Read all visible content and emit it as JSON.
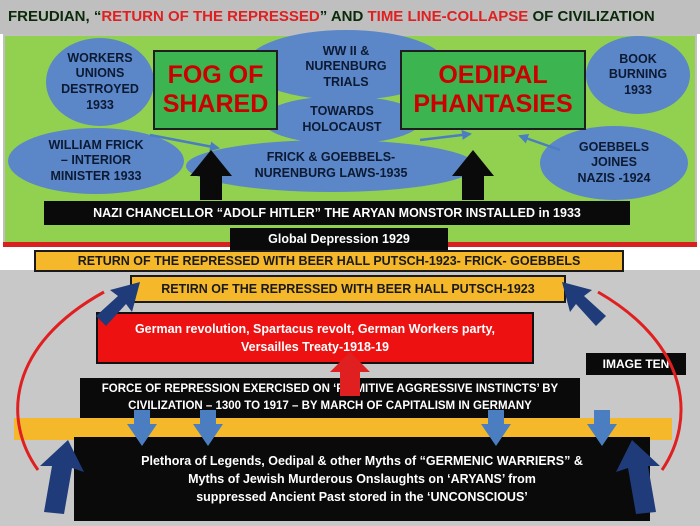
{
  "title": {
    "part1": "FREUDIAN, “",
    "part2": "RETURN OF THE REPRESSED",
    "part3": "” AND ",
    "part4": "TIME LINE-COLLAPSE",
    "part5": " OF CIVILIZATION"
  },
  "ellipses": {
    "workers": "WORKERS\nUNIONS\nDESTROYED\n1933",
    "ww2": "WW II &\nNURENBURG\nTRIALS",
    "holocaust": "TOWARDS\nHOLOCAUST",
    "book": "BOOK\nBURNING\n1933",
    "frick": "WILLIAM FRICK\n– INTERIOR\nMINISTER 1933",
    "laws": "FRICK & GOEBBELS-\nNURENBURG LAWS-1935",
    "goebbels": "GOEBBELS\nJOINES\nNAZIS -1924"
  },
  "boxes": {
    "fog": "FOG OF\nSHARED",
    "oedipal": "OEDIPAL\nPHANTASIES",
    "hitler": "NAZI CHANCELLOR  “ADOLF HITLER” THE ARYAN MONSTOR INSTALLED in 1933",
    "depression": "Global Depression 1929",
    "return1": "RETURN OF THE REPRESSED WITH BEER HALL PUTSCH-1923- FRICK- GOEBBELS",
    "return2": "RETIRN OF THE REPRESSED WITH BEER HALL PUTSCH-1923",
    "revolution": "German revolution, Spartacus revolt, German Workers party,\nVersailles Treaty-1918-19",
    "image_ten": "IMAGE TEN",
    "force": "FORCE OF REPRESSION EXERCISED ON ‘PRIMITIVE AGGRESSIVE INSTINCTS’ BY\nCIVILIZATION – 1300 TO 1917 – BY MARCH OF CAPITALISM IN GERMANY",
    "plethora": "Plethora of Legends, Oedipal & other Myths of “GERMENIC WARRIERS” &\nMyths of  Jewish Murderous Onslaughts on  ‘ARYANS’ from\nsuppressed  Ancient Past stored in the  ‘UNCONSCIOUS’"
  },
  "colors": {
    "green_panel": "#92d050",
    "ellipse_blue": "#5b86c8",
    "box_green": "#3cb450",
    "yellow": "#f5b82a",
    "red": "#ee1111",
    "arrow_navy": "#1f3b7a",
    "arrow_blue": "#4a7ec0"
  }
}
